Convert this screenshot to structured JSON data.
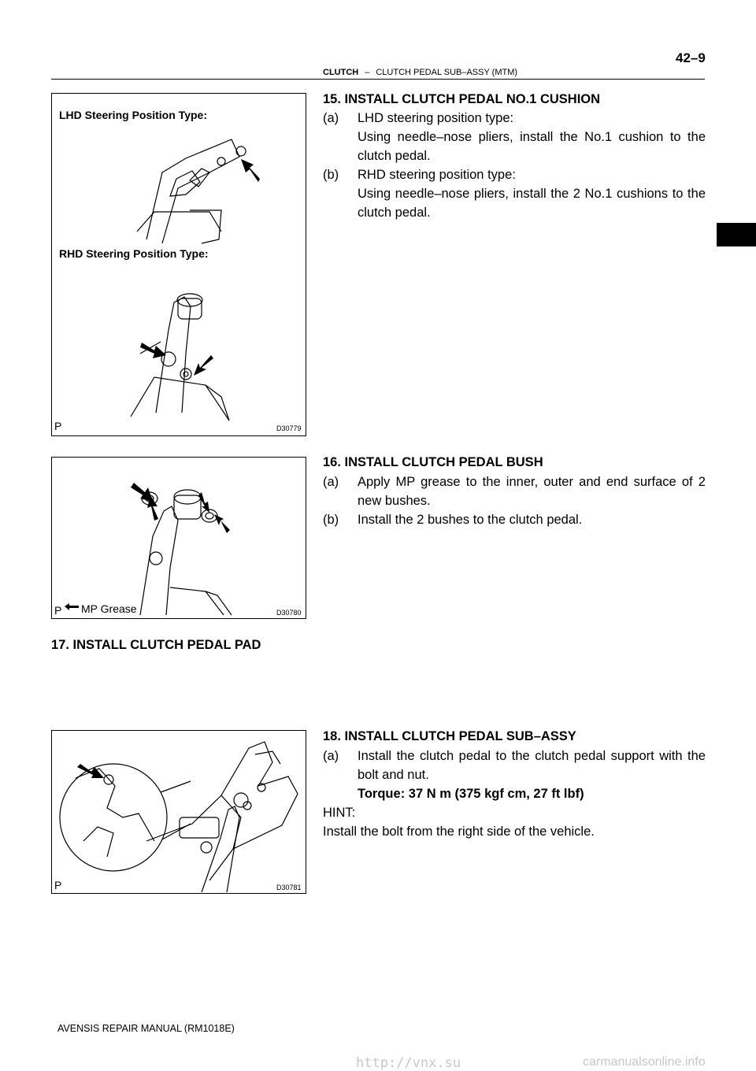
{
  "header": {
    "section": "CLUTCH",
    "dash": "–",
    "subsection": "CLUTCH PEDAL SUB–ASSY (MTM)",
    "page_number": "42–9"
  },
  "figures": {
    "fig1": {
      "label_lhd": "LHD Steering Position Type:",
      "label_rhd": "RHD Steering Position Type:",
      "p_mark": "P",
      "code": "D30779"
    },
    "fig2": {
      "p_mark": "P",
      "legend_text": "MP Grease",
      "code": "D30780"
    },
    "fig3": {
      "p_mark": "P",
      "code": "D30781"
    }
  },
  "steps": {
    "s15": {
      "title": "15.   INSTALL CLUTCH PEDAL NO.1 CUSHION",
      "a_mark": "(a)",
      "a_line1": "LHD steering position type:",
      "a_line2": "Using needle–nose pliers, install the No.1 cushion to the clutch pedal.",
      "b_mark": "(b)",
      "b_line1": "RHD steering position type:",
      "b_line2": "Using needle–nose pliers, install the 2 No.1 cushions to the clutch pedal."
    },
    "s16": {
      "title": "16.   INSTALL CLUTCH PEDAL BUSH",
      "a_mark": "(a)",
      "a_text": "Apply MP grease to the inner, outer and end surface of 2 new bushes.",
      "b_mark": "(b)",
      "b_text": "Install the 2 bushes to the clutch pedal."
    },
    "s17": {
      "title": "17.   INSTALL CLUTCH PEDAL PAD"
    },
    "s18": {
      "title": "18.   INSTALL CLUTCH PEDAL SUB–ASSY",
      "a_mark": "(a)",
      "a_text": "Install the clutch pedal to the clutch pedal support with the bolt and nut.",
      "torque": "Torque: 37 N m (375 kgf cm, 27 ft lbf)",
      "hint_label": "HINT:",
      "hint_text": "Install the bolt from the right side of the vehicle."
    }
  },
  "footer": {
    "manual": "AVENSIS REPAIR MANUAL   (RM1018E)",
    "url_left": "http://vnx.su",
    "url_right": "carmanualsonline.info"
  }
}
